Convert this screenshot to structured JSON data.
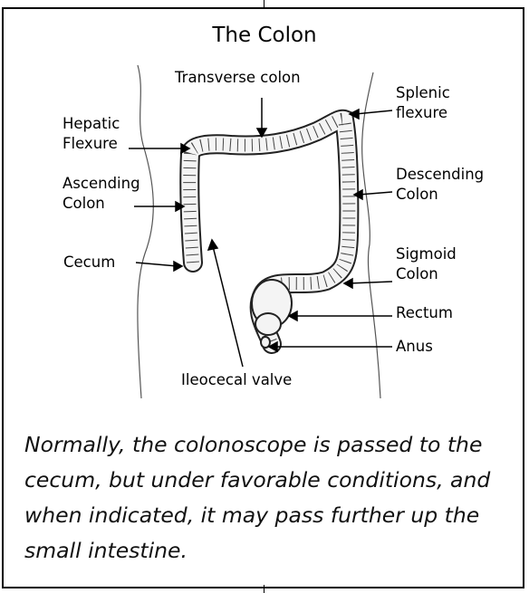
{
  "title": "The Colon",
  "labels": {
    "transverse_colon": "Transverse colon",
    "splenic_flexure": "Splenic\nflexure",
    "hepatic_flexure": "Hepatic\nFlexure",
    "ascending_colon": "Ascending\nColon",
    "descending_colon": "Descending\nColon",
    "cecum": "Cecum",
    "sigmoid_colon": "Sigmoid\nColon",
    "rectum": "Rectum",
    "anus": "Anus",
    "ileocecal_valve": "Ileocecal valve"
  },
  "caption": "Normally, the colonoscope is passed to the cecum, but under favorable conditions, and when indicated, it may pass further up the small intestine."
}
